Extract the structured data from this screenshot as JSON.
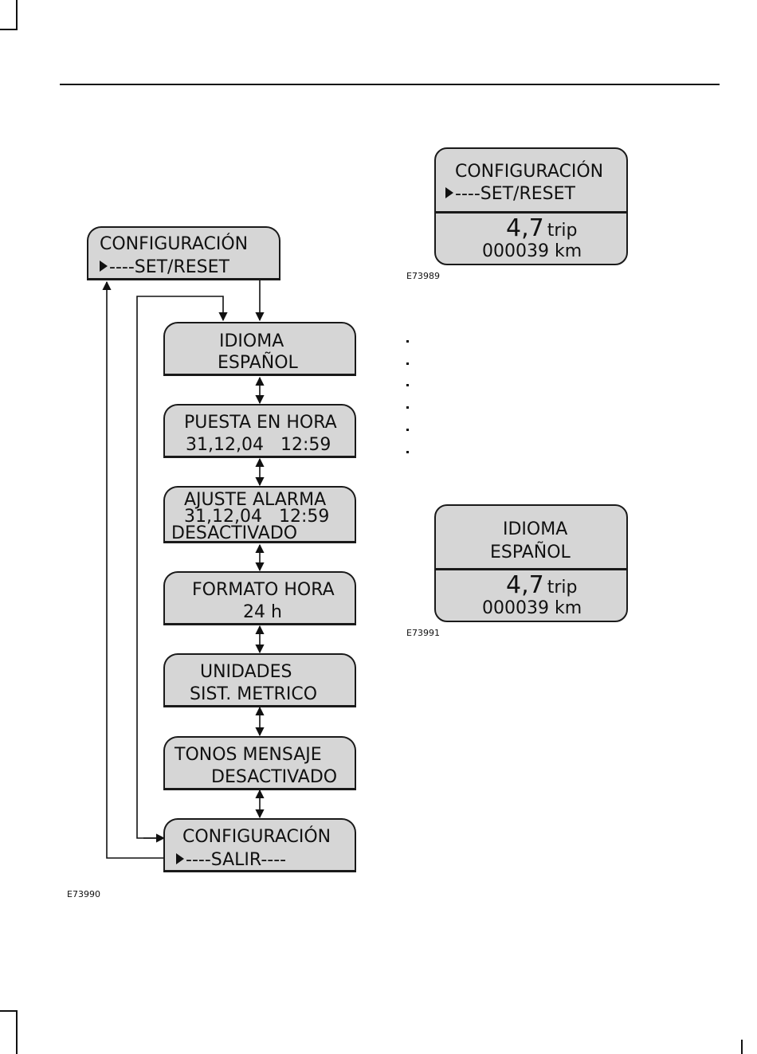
{
  "flowchart": {
    "start_box": {
      "line1": "CONFIGURACIÓN",
      "line2": "----SET/RESET"
    },
    "menu_items": [
      {
        "line1": "IDIOMA",
        "line2": "ESPAÑOL"
      },
      {
        "line1": "PUESTA EN HORA",
        "line2": "31,12,04   12:59"
      },
      {
        "line1": "AJUSTE ALARMA",
        "line2": "31,12,04   12:59",
        "line3": "DESACTIVADO"
      },
      {
        "line1": "FORMATO HORA",
        "line2": "24 h"
      },
      {
        "line1": "UNIDADES",
        "line2": "SIST. METRICO"
      },
      {
        "line1": "TONOS MENSAJE",
        "line2": "DESACTIVADO"
      }
    ],
    "exit_box": {
      "line1": "CONFIGURACIÓN",
      "line2": "----SALIR----"
    },
    "figure_id": "E73990"
  },
  "display_config": {
    "line1": "CONFIGURACIÓN",
    "line2": "----SET/RESET",
    "value": "4,7",
    "value_unit": "trip",
    "odometer": "000039 km",
    "figure_id": "E73989"
  },
  "display_idioma": {
    "line1": "IDIOMA",
    "line2": "ESPAÑOL",
    "value": "4,7",
    "value_unit": "trip",
    "odometer": "000039 km",
    "figure_id": "E73991"
  },
  "bullet_count": 6
}
